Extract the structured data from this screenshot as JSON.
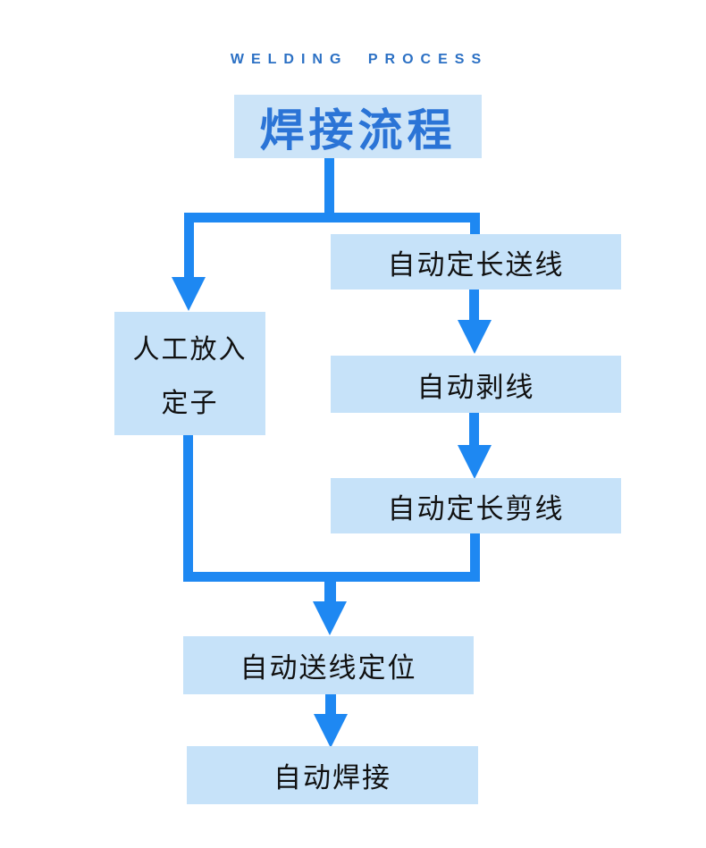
{
  "header": {
    "eyebrow": "WELDING PROCESS",
    "title": "焊接流程"
  },
  "nodes": {
    "manual": {
      "line1": "人工放入",
      "line2": "定子"
    },
    "feed": {
      "label": "自动定长送线"
    },
    "strip": {
      "label": "自动剥线"
    },
    "cut": {
      "label": "自动定长剪线"
    },
    "position": {
      "label": "自动送线定位"
    },
    "weld": {
      "label": "自动焊接"
    }
  },
  "flow": {
    "edges": [
      {
        "from": "焊接流程",
        "to": "人工放入定子"
      },
      {
        "from": "焊接流程",
        "to": "自动定长送线"
      },
      {
        "from": "自动定长送线",
        "to": "自动剥线"
      },
      {
        "from": "自动剥线",
        "to": "自动定长剪线"
      },
      {
        "from": "人工放入定子",
        "to": "自动送线定位"
      },
      {
        "from": "自动定长剪线",
        "to": "自动送线定位"
      },
      {
        "from": "自动送线定位",
        "to": "自动焊接"
      }
    ]
  },
  "colors": {
    "line": "#1e88f2",
    "box_fill": "#c6e2f9",
    "title_box_fill": "#cce4f8",
    "title_text": "#2b74d6",
    "eyebrow_text": "#2b70c4",
    "node_text": "#111111",
    "background": "#ffffff"
  }
}
